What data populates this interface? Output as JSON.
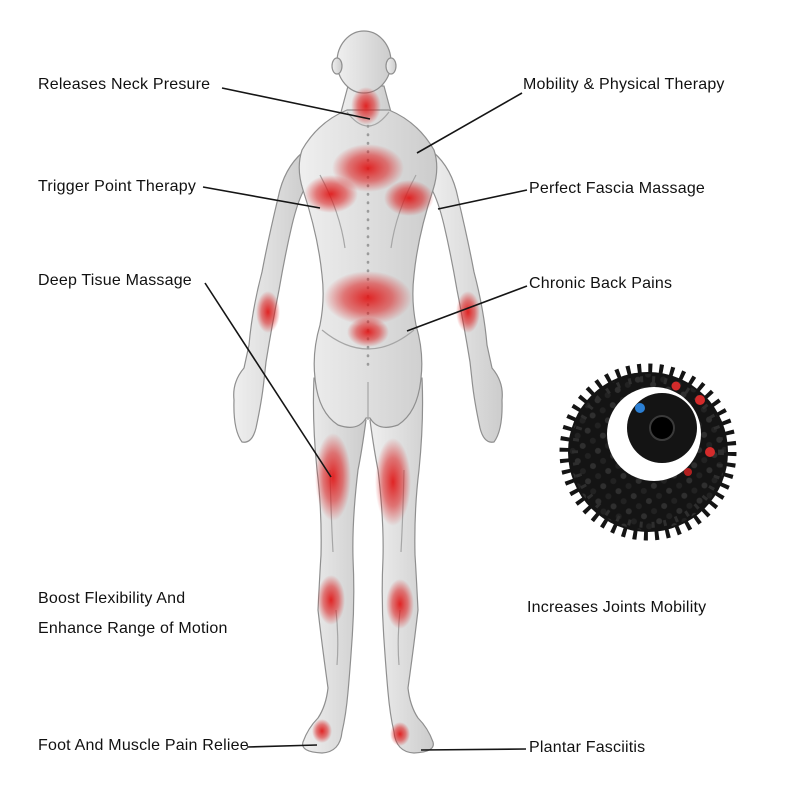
{
  "callouts": {
    "releases_neck": {
      "label": "Releases Neck Presure"
    },
    "mobility_therapy": {
      "label": "Mobility & Physical Therapy"
    },
    "trigger_point": {
      "label": "Trigger Point Therapy"
    },
    "fascia_massage": {
      "label": "Perfect Fascia Massage"
    },
    "deep_tissue": {
      "label": "Deep Tisue Massage"
    },
    "chronic_back": {
      "label": "Chronic Back Pains"
    },
    "flexibility": {
      "line1": "Boost Flexibility And",
      "line2": "Enhance Range of Motion"
    },
    "joints_mobility": {
      "label": "Increases Joints Mobility"
    },
    "foot_relief": {
      "label": "Foot And Muscle Pain Reliee"
    },
    "plantar": {
      "label": "Plantar Fasciitis"
    }
  },
  "colors": {
    "highlight_red": "#d81f1f",
    "body_fill": "#e6e6e6",
    "body_stroke": "#8f8f8f",
    "ball_black": "#141414",
    "crescent_white": "#ffffff",
    "dot_blue": "#2b7fd4",
    "dot_red": "#d42b2b",
    "callout_line": "#151515",
    "text": "#111111",
    "background": "#ffffff"
  },
  "graphics": {
    "body": "human-back-muscle-figure-with-red-pain-areas",
    "ball": "black-spiky-massage-ball"
  }
}
